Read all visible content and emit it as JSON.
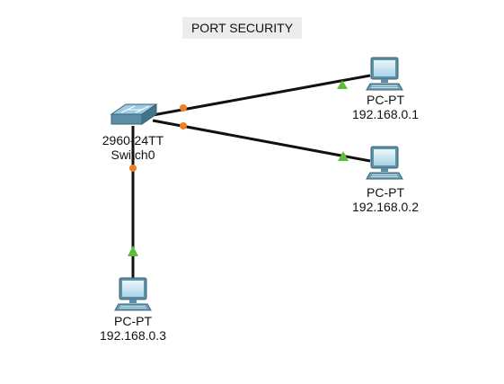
{
  "title": "PORT SECURITY",
  "colors": {
    "link": "#111111",
    "port_down": "#f07f1e",
    "port_up": "#5cbe3c",
    "device_body": "#5b8fa6"
  },
  "devices": {
    "switch": {
      "icon": "switch-icon",
      "model": "2960-24TT",
      "name": "Switch0"
    },
    "pc1": {
      "icon": "pc-icon",
      "type": "PC-PT",
      "ip": "192.168.0.1"
    },
    "pc2": {
      "icon": "pc-icon",
      "type": "PC-PT",
      "ip": "192.168.0.2"
    },
    "pc3": {
      "icon": "pc-icon",
      "type": "PC-PT",
      "ip": "192.168.0.3"
    }
  }
}
